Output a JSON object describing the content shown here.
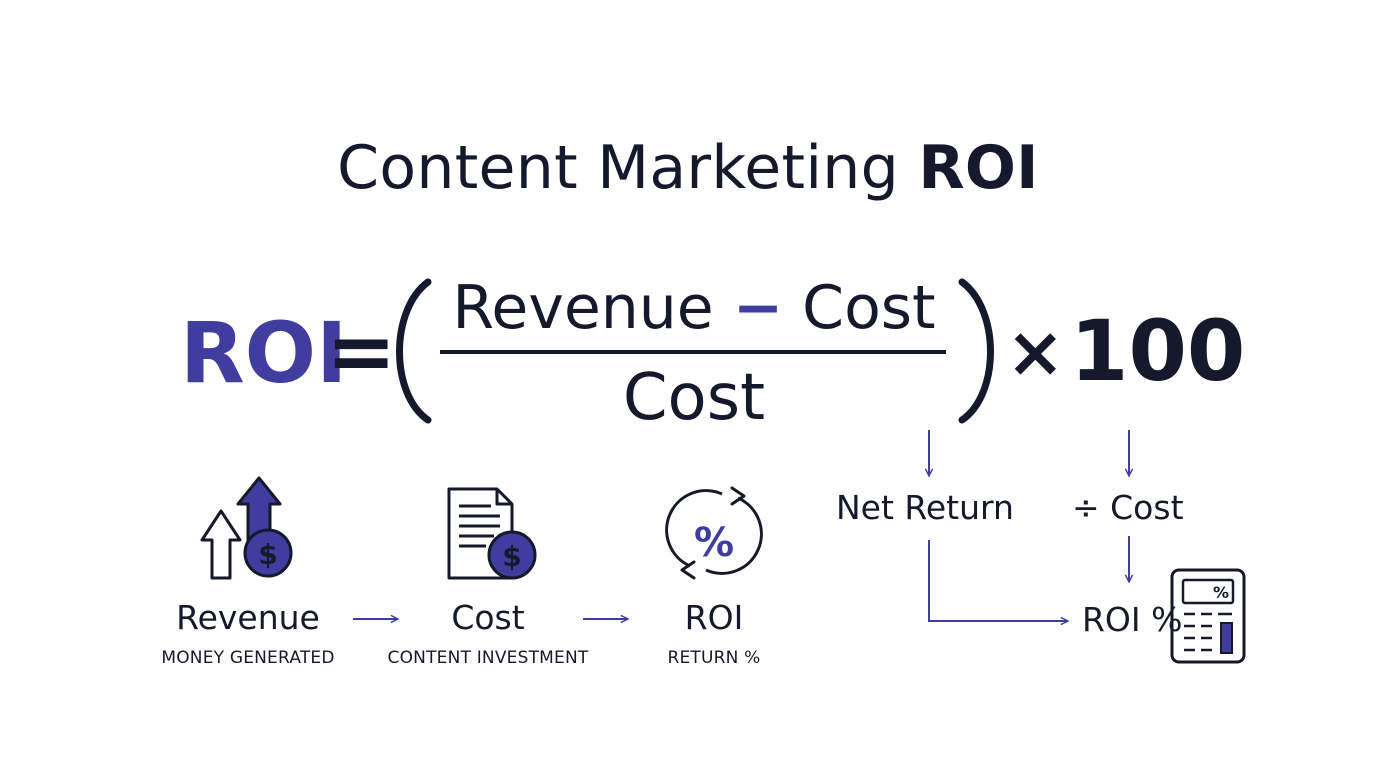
{
  "title": {
    "text": "Content Marketing ",
    "emphasis": "ROI"
  },
  "formula": {
    "lhs": "ROI",
    "equals": "=",
    "numerator_left": "Revenue",
    "numerator_op": "−",
    "numerator_right": "Cost",
    "denominator": "Cost",
    "times": "×",
    "multiplier": "100"
  },
  "steps": [
    {
      "label": "Revenue",
      "sublabel": "MONEY GENERATED",
      "icon": "revenue-up-dollar-icon"
    },
    {
      "label": "Cost",
      "sublabel": "CONTENT INVESTMENT",
      "icon": "document-dollar-icon"
    },
    {
      "label": "ROI",
      "sublabel": "RETURN %",
      "icon": "percent-cycle-icon"
    }
  ],
  "flow": {
    "net_return": "Net Return",
    "divide_cost": "÷ Cost",
    "result": "ROI %",
    "result_icon": "calculator-icon",
    "calculator_display": "%"
  },
  "colors": {
    "accent": "#3f3d9e",
    "text": "#141a2b",
    "background": "#ffffff"
  }
}
